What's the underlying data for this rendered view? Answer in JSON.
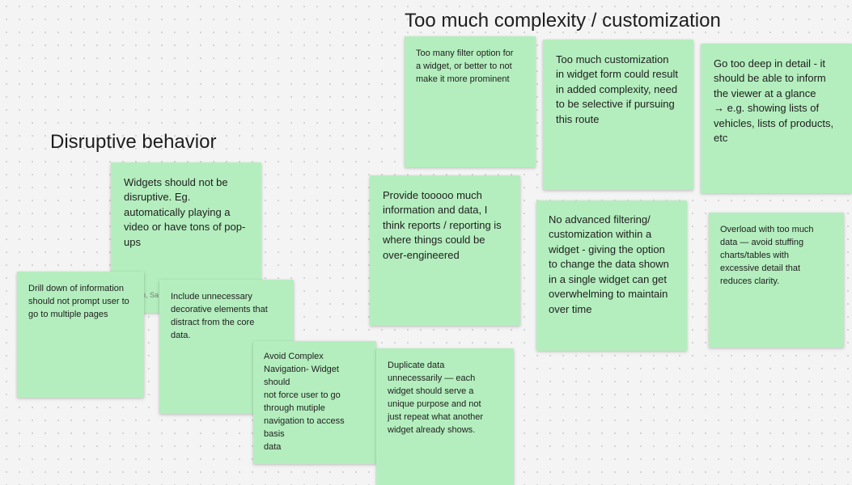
{
  "headings": {
    "complexity": "Too much complexity / customization",
    "disruptive": "Disruptive behavior"
  },
  "notes": {
    "filter_options": "Too many filter option for\na widget, or better to not\nmake it more prominent",
    "too_much_customization": "Too much customization\nin widget form could result\nin added complexity, need\nto be selective if pursuing\nthis route",
    "too_deep_detail": "Go too deep in detail - it\nshould be able to inform\nthe viewer at a glance\n→ e.g. showing lists of\nvehicles, lists of products,\netc",
    "widgets_not_disruptive": "Widgets should not be\ndisruptive. Eg.\nautomatically playing a\nvideo or have tons of pop-\nups",
    "widgets_not_disruptive_hidden": "o, Sa",
    "too_much_information": "Provide tooooo much\ninformation and data, I\nthink reports / reporting is\nwhere things could be\nover-engineered",
    "no_advanced_filtering": "No advanced filtering/\ncustomization within a\nwidget - giving the option\nto change the data shown\nin a single widget can get\noverwhelming to maintain\nover time",
    "overload_data": "Overload with too much\ndata — avoid stuffing\ncharts/tables with\nexcessive detail that\nreduces clarity.",
    "drill_down": "Drill down of information\nshould not prompt user to\ngo to multiple pages",
    "decorative_elements": "Include unnecessary\ndecorative elements that\ndistract from the core\ndata.",
    "avoid_complex_navigation": "Avoid Complex\nNavigation- Widget should\nnot force user to  go\nthrough mutiple\nnavigation to access basis\ndata",
    "duplicate_data": "Duplicate data\nunnecessarily — each\nwidget should serve a\nunique purpose and not\njust repeat what another\nwidget already shows."
  },
  "colors": {
    "canvas": "#f4f4f4",
    "sticky_note": "#b4eebe",
    "text": "#1e1e1e"
  }
}
